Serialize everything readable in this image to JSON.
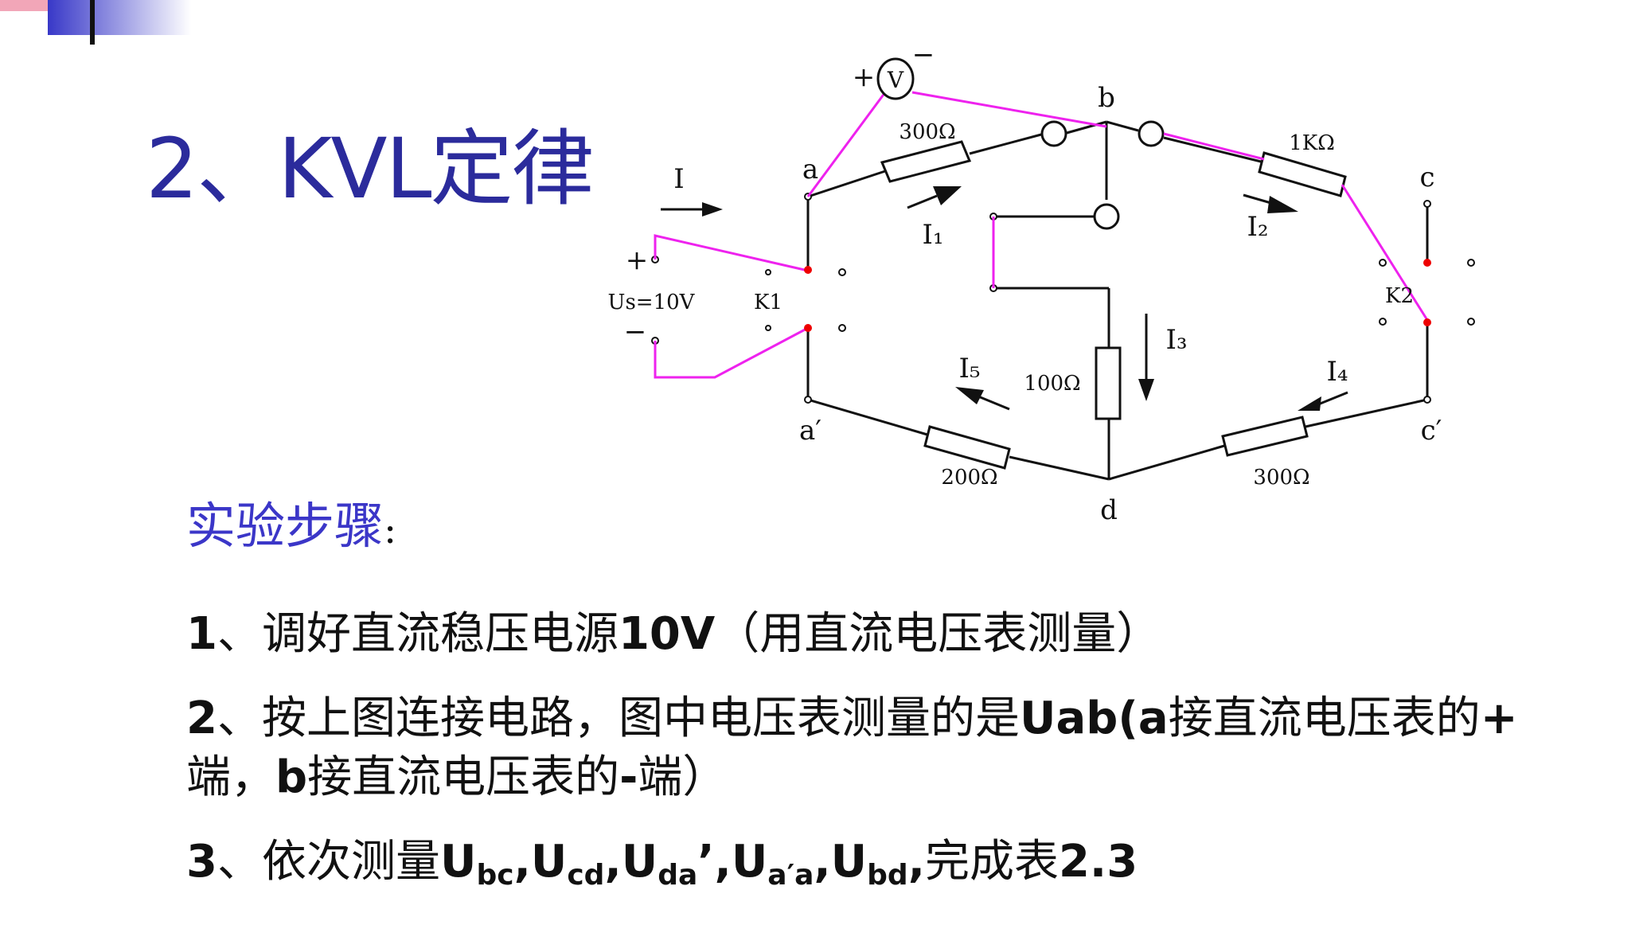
{
  "slide": {
    "title": "2、KVL定律",
    "accent_color": "#2b2b9c",
    "heading_color": "#3b36c8"
  },
  "circuit": {
    "labels": {
      "a": "a",
      "b": "b",
      "c": "c",
      "d": "d",
      "a_prime": "a′",
      "c_prime": "c′",
      "I": "I",
      "I1": "I₁",
      "I2": "I₂",
      "I3": "I₃",
      "I4": "I₄",
      "I5": "I₅",
      "source": "Us=10V",
      "plus": "+",
      "minus": "−",
      "K1": "K1",
      "K2": "K2",
      "voltmeter": "V",
      "vm_plus": "+",
      "vm_minus": "−"
    },
    "resistors": {
      "r_ab": "300Ω",
      "r_bc": "1KΩ",
      "r_bd": "100Ω",
      "r_ad": "200Ω",
      "r_cd": "300Ω"
    },
    "wire_color": "#111111",
    "probe_color": "#ee22ee",
    "contact_color": "#ee0000"
  },
  "steps": {
    "heading": "实验步骤",
    "colon": ":",
    "step1": {
      "num": "1",
      "t1": "、调好直流稳压电源",
      "v": "10V",
      "t2": "（用直流电压表测量）"
    },
    "step2": {
      "num": "2",
      "t1": "、按上图连接电路，图中电压表测量的是",
      "b1": "Uab(a",
      "t2": "接直流电压表的",
      "b2": "+",
      "line2_t1": "端，",
      "b3": "b",
      "t3": "接直流电压表的",
      "b4": "-",
      "t4": "端）"
    },
    "step3": {
      "num": "3",
      "t1": "、依次测量",
      "U1": "U",
      "s1": "bc",
      "c1": ",",
      "U2": "U",
      "s2": "cd",
      "c2": ",",
      "U3": "U",
      "s3": "da",
      "p3": "’,",
      "U4": "U",
      "s4": "a′a",
      "c4": ",",
      "U5": "U",
      "s5": "bd",
      "c5": ",",
      "t2": "完成表",
      "ref": "2.3"
    }
  }
}
